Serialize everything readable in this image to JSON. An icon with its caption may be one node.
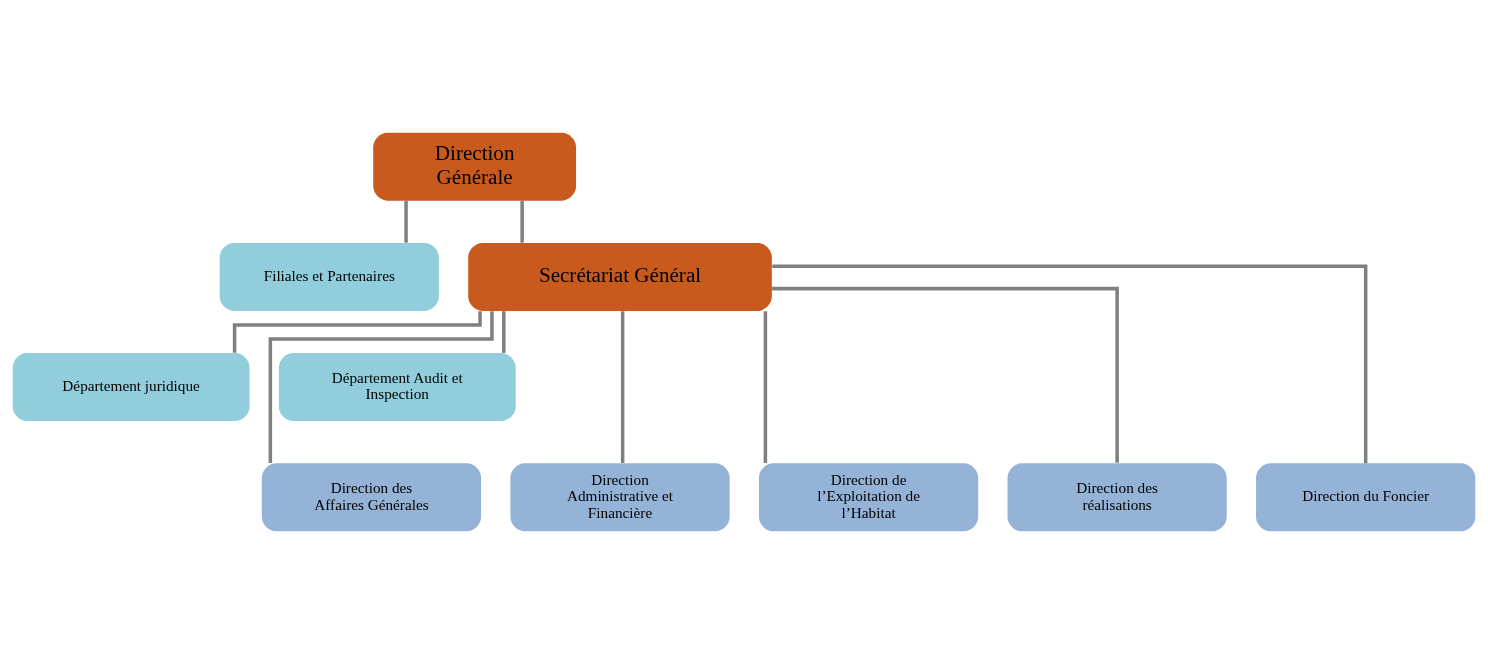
{
  "diagram": {
    "nodes": [
      {
        "text": [
          "Direction Générale"
        ]
      },
      {
        "text": [
          "Filiales et Partenaires"
        ]
      },
      {
        "text": [
          "Secrétariat Général"
        ]
      },
      {
        "text": [
          "Département juridique"
        ]
      },
      {
        "text": [
          "Département Audit et Inspection"
        ]
      },
      {
        "text": [
          "Direction des Affaires Générales"
        ]
      },
      {
        "text": [
          "Direction Administrative et Financière"
        ]
      },
      {
        "text": [
          "Direction de l’Exploitation de l’Habitat"
        ]
      },
      {
        "text": [
          "Direction des réalisations"
        ]
      },
      {
        "text": [
          "Direction du Foncier"
        ]
      }
    ],
    "edges": [
      {
        "from": 0,
        "to": 1,
        "arrow": "none"
      },
      {
        "from": 0,
        "to": 2,
        "arrow": "none"
      },
      {
        "from": 2,
        "to": 3,
        "arrow": "none"
      },
      {
        "from": 2,
        "to": 4,
        "arrow": "none"
      },
      {
        "from": 2,
        "to": 5,
        "arrow": "none"
      },
      {
        "from": 2,
        "to": 6,
        "arrow": "none"
      },
      {
        "from": 2,
        "to": 7,
        "arrow": "none"
      },
      {
        "from": 2,
        "to": 8,
        "arrow": "none"
      },
      {
        "from": 2,
        "to": 9,
        "arrow": "none"
      }
    ]
  }
}
